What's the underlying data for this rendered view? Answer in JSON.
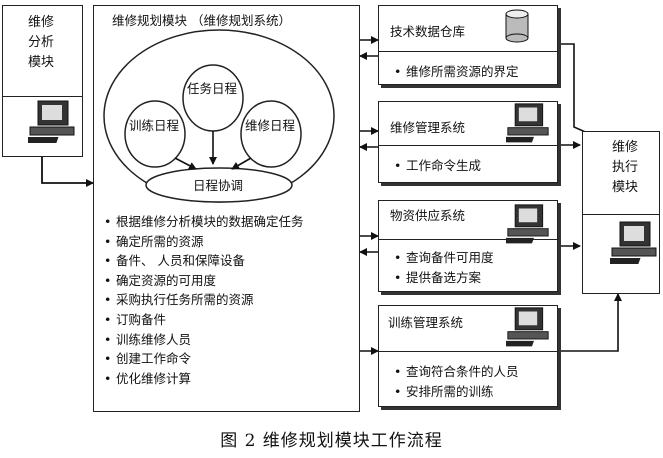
{
  "analysis_module": {
    "lines": [
      "维修",
      "分析",
      "模块"
    ]
  },
  "planning_module": {
    "title": "维修规划模块 （维修规划系统）",
    "ellipse_labels": {
      "task": "任务日程",
      "training": "训练日程",
      "maintenance": "维修日程",
      "coordination": "日程协调"
    },
    "bullets": [
      "根据维修分析模块的数据确定任务",
      "确定所需的资源",
      "备件、 人员和保障设备",
      "确定资源的可用度",
      "采购执行任务所需的资源",
      "订购备件",
      "训练维修人员",
      "创建工作命令",
      "优化维修计算"
    ]
  },
  "systems": [
    {
      "title": "技术数据仓库",
      "items": [
        "维修所需资源的界定"
      ]
    },
    {
      "title": "维修管理系统",
      "items": [
        "工作命令生成"
      ]
    },
    {
      "title": "物资供应系统",
      "items": [
        "查询备件可用度",
        "提供备选方案"
      ]
    },
    {
      "title": "训练管理系统",
      "items": [
        "查询符合条件的人员",
        "安排所需的训练"
      ]
    }
  ],
  "execution_module": {
    "lines": [
      "维修",
      "执行",
      "模块"
    ]
  },
  "caption": "图 2   维修规划模块工作流程"
}
